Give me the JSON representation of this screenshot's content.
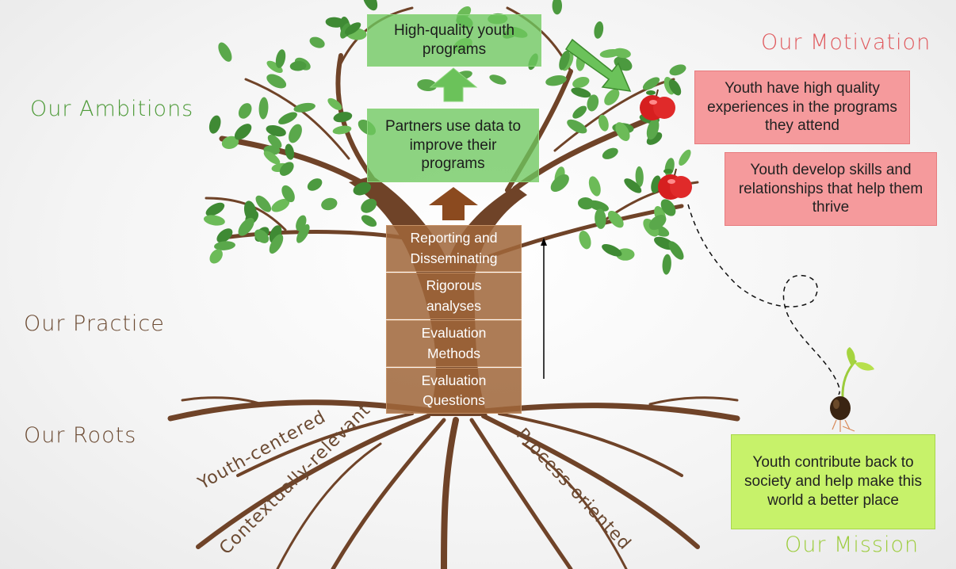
{
  "headings": {
    "ambitions": "Our Ambitions",
    "practice": "Our Practice",
    "roots": "Our Roots",
    "motivation": "Our Motivation",
    "mission": "Our Mission"
  },
  "ambitions": {
    "top": "High-quality youth programs",
    "middle": "Partners use data to improve their programs"
  },
  "practice_blocks": [
    "Reporting and Disseminating",
    "Rigorous analyses",
    "Evaluation Methods",
    "Evaluation Questions"
  ],
  "roots": [
    "Youth-centered",
    "Contextually-relevant",
    "Process-oriented"
  ],
  "motivation": [
    "Youth have high quality experiences in the programs they attend",
    "Youth develop skills and relationships that help them thrive"
  ],
  "mission": "Youth contribute back to society and help make this world a better place",
  "colors": {
    "ambition_green": "#4f9b3a",
    "practice_brown": "#6b4a32",
    "motivation_red": "#e05a5e",
    "mission_green": "#9ccc3c",
    "trunk": "#6f4328",
    "leaf": "#5aa84b"
  }
}
